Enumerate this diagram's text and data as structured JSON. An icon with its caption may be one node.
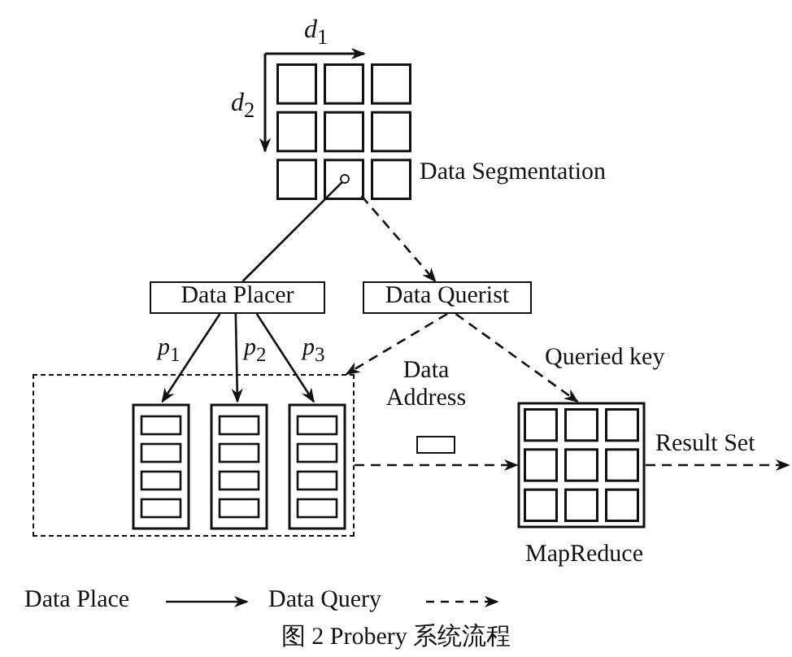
{
  "diagram": {
    "caption": "图 2 Probery 系统流程",
    "nodes": [
      {
        "text": [],
        "shape": "box",
        "beside": [
          "Data Segmentation"
        ]
      },
      {
        "text": [
          "Data Placer"
        ]
      },
      {
        "text": [
          "Data Querist"
        ]
      },
      {
        "text": [],
        "shape": "box"
      },
      {
        "text": [],
        "shape": "box",
        "in": 3
      },
      {
        "text": [],
        "shape": "box",
        "in": 3
      },
      {
        "text": [],
        "shape": "box",
        "in": 3
      },
      {
        "text": [],
        "shape": "box",
        "beside": [
          "MapReduce"
        ]
      },
      {
        "text": [],
        "shape": "box",
        "beside": [
          "Data Address"
        ]
      }
    ],
    "edges": [
      {
        "from": 0,
        "to": 1,
        "arrow": "none"
      },
      {
        "from": 0,
        "to": 2,
        "arrow": "to",
        "style": "dashed"
      },
      {
        "from": 1,
        "to": 4,
        "arrow": "to",
        "label": "*p*$_{1}$"
      },
      {
        "from": 1,
        "to": 5,
        "arrow": "to",
        "label": "*p*$_{2}$"
      },
      {
        "from": 1,
        "to": 6,
        "arrow": "to",
        "label": "*p*$_{3}$"
      },
      {
        "from": 2,
        "to": 3,
        "arrow": "to",
        "style": "dashed"
      },
      {
        "from": 2,
        "to": 7,
        "arrow": "to",
        "style": "dashed",
        "label": "Queried key"
      },
      {
        "from": 3,
        "to": 7,
        "arrow": "to",
        "style": "dashed"
      },
      {
        "from": 7,
        "to": null,
        "arrow": "to",
        "style": "dashed",
        "label": "Result Set"
      }
    ],
    "labels": [
      "*d*$_{1}$",
      "*d*$_{2}$"
    ],
    "legend": [
      {
        "text": "Data Place"
      },
      {
        "text": "Data Query"
      }
    ]
  }
}
